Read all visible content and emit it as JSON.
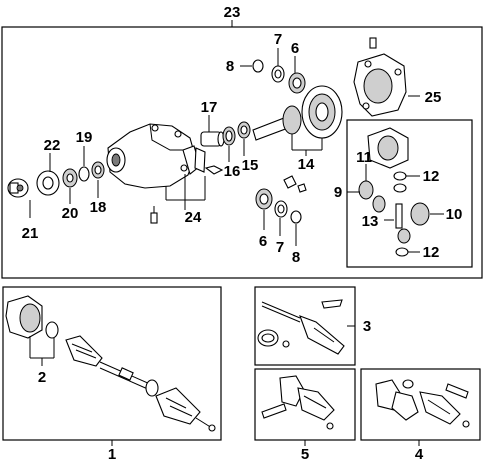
{
  "callouts": {
    "c1": "1",
    "c2": "2",
    "c3": "3",
    "c4": "4",
    "c5": "5",
    "c6a": "6",
    "c6b": "6",
    "c7a": "7",
    "c7b": "7",
    "c8a": "8",
    "c8b": "8",
    "c9": "9",
    "c10": "10",
    "c11": "11",
    "c12a": "12",
    "c12b": "12",
    "c13": "13",
    "c14": "14",
    "c15": "15",
    "c16": "16",
    "c17": "17",
    "c18": "18",
    "c19": "19",
    "c20": "20",
    "c21": "21",
    "c22": "22",
    "c23": "23",
    "c24": "24",
    "c25": "25"
  },
  "colors": {
    "line": "#000000",
    "background": "#ffffff",
    "shade": "#cfcfcf"
  }
}
